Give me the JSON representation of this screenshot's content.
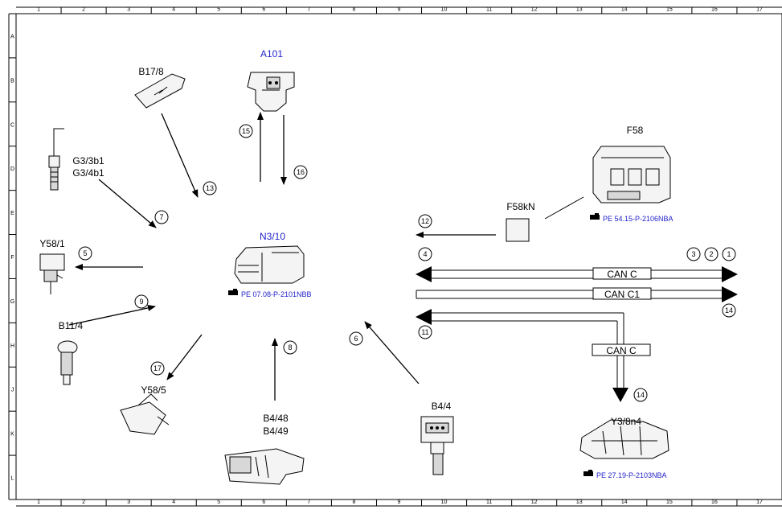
{
  "grid": {
    "columns": [
      "1",
      "2",
      "3",
      "4",
      "5",
      "6",
      "7",
      "8",
      "9",
      "10",
      "11",
      "12",
      "13",
      "14",
      "15",
      "16",
      "17"
    ],
    "rows": [
      "A",
      "B",
      "C",
      "D",
      "E",
      "F",
      "G",
      "H",
      "J",
      "K",
      "L"
    ]
  },
  "components": {
    "a101": "A101",
    "b17_8": "B17/8",
    "g3_3b1": "G3/3b1",
    "g3_4b1": "G3/4b1",
    "y58_1": "Y58/1",
    "b11_4": "B11/4",
    "y58_5": "Y58/5",
    "b4_48": "B4/48",
    "b4_49": "B4/49",
    "b4_4": "B4/4",
    "n3_10": "N3/10",
    "f58": "F58",
    "f58kn": "F58kN",
    "y3_8n4": "Y3/8n4"
  },
  "references": {
    "n3_10": "PE 07.08-P-2101NBB",
    "f58": "PE 54.15-P-2106NBA",
    "y3_8n4": "PE 27.19-P-2103NBA"
  },
  "bus": {
    "can_c_top": "CAN C",
    "can_c1": "CAN C1",
    "can_c_branch": "CAN C"
  },
  "signals": {
    "s1": "1",
    "s2": "2",
    "s3": "3",
    "s4": "4",
    "s5": "5",
    "s6": "6",
    "s7": "7",
    "s8": "8",
    "s9": "9",
    "s11": "11",
    "s12": "12",
    "s13": "13",
    "s14a": "14",
    "s14b": "14",
    "s15": "15",
    "s16": "16",
    "s17": "17"
  },
  "colors": {
    "reference_blue": "#2222cc",
    "line": "#000000"
  }
}
